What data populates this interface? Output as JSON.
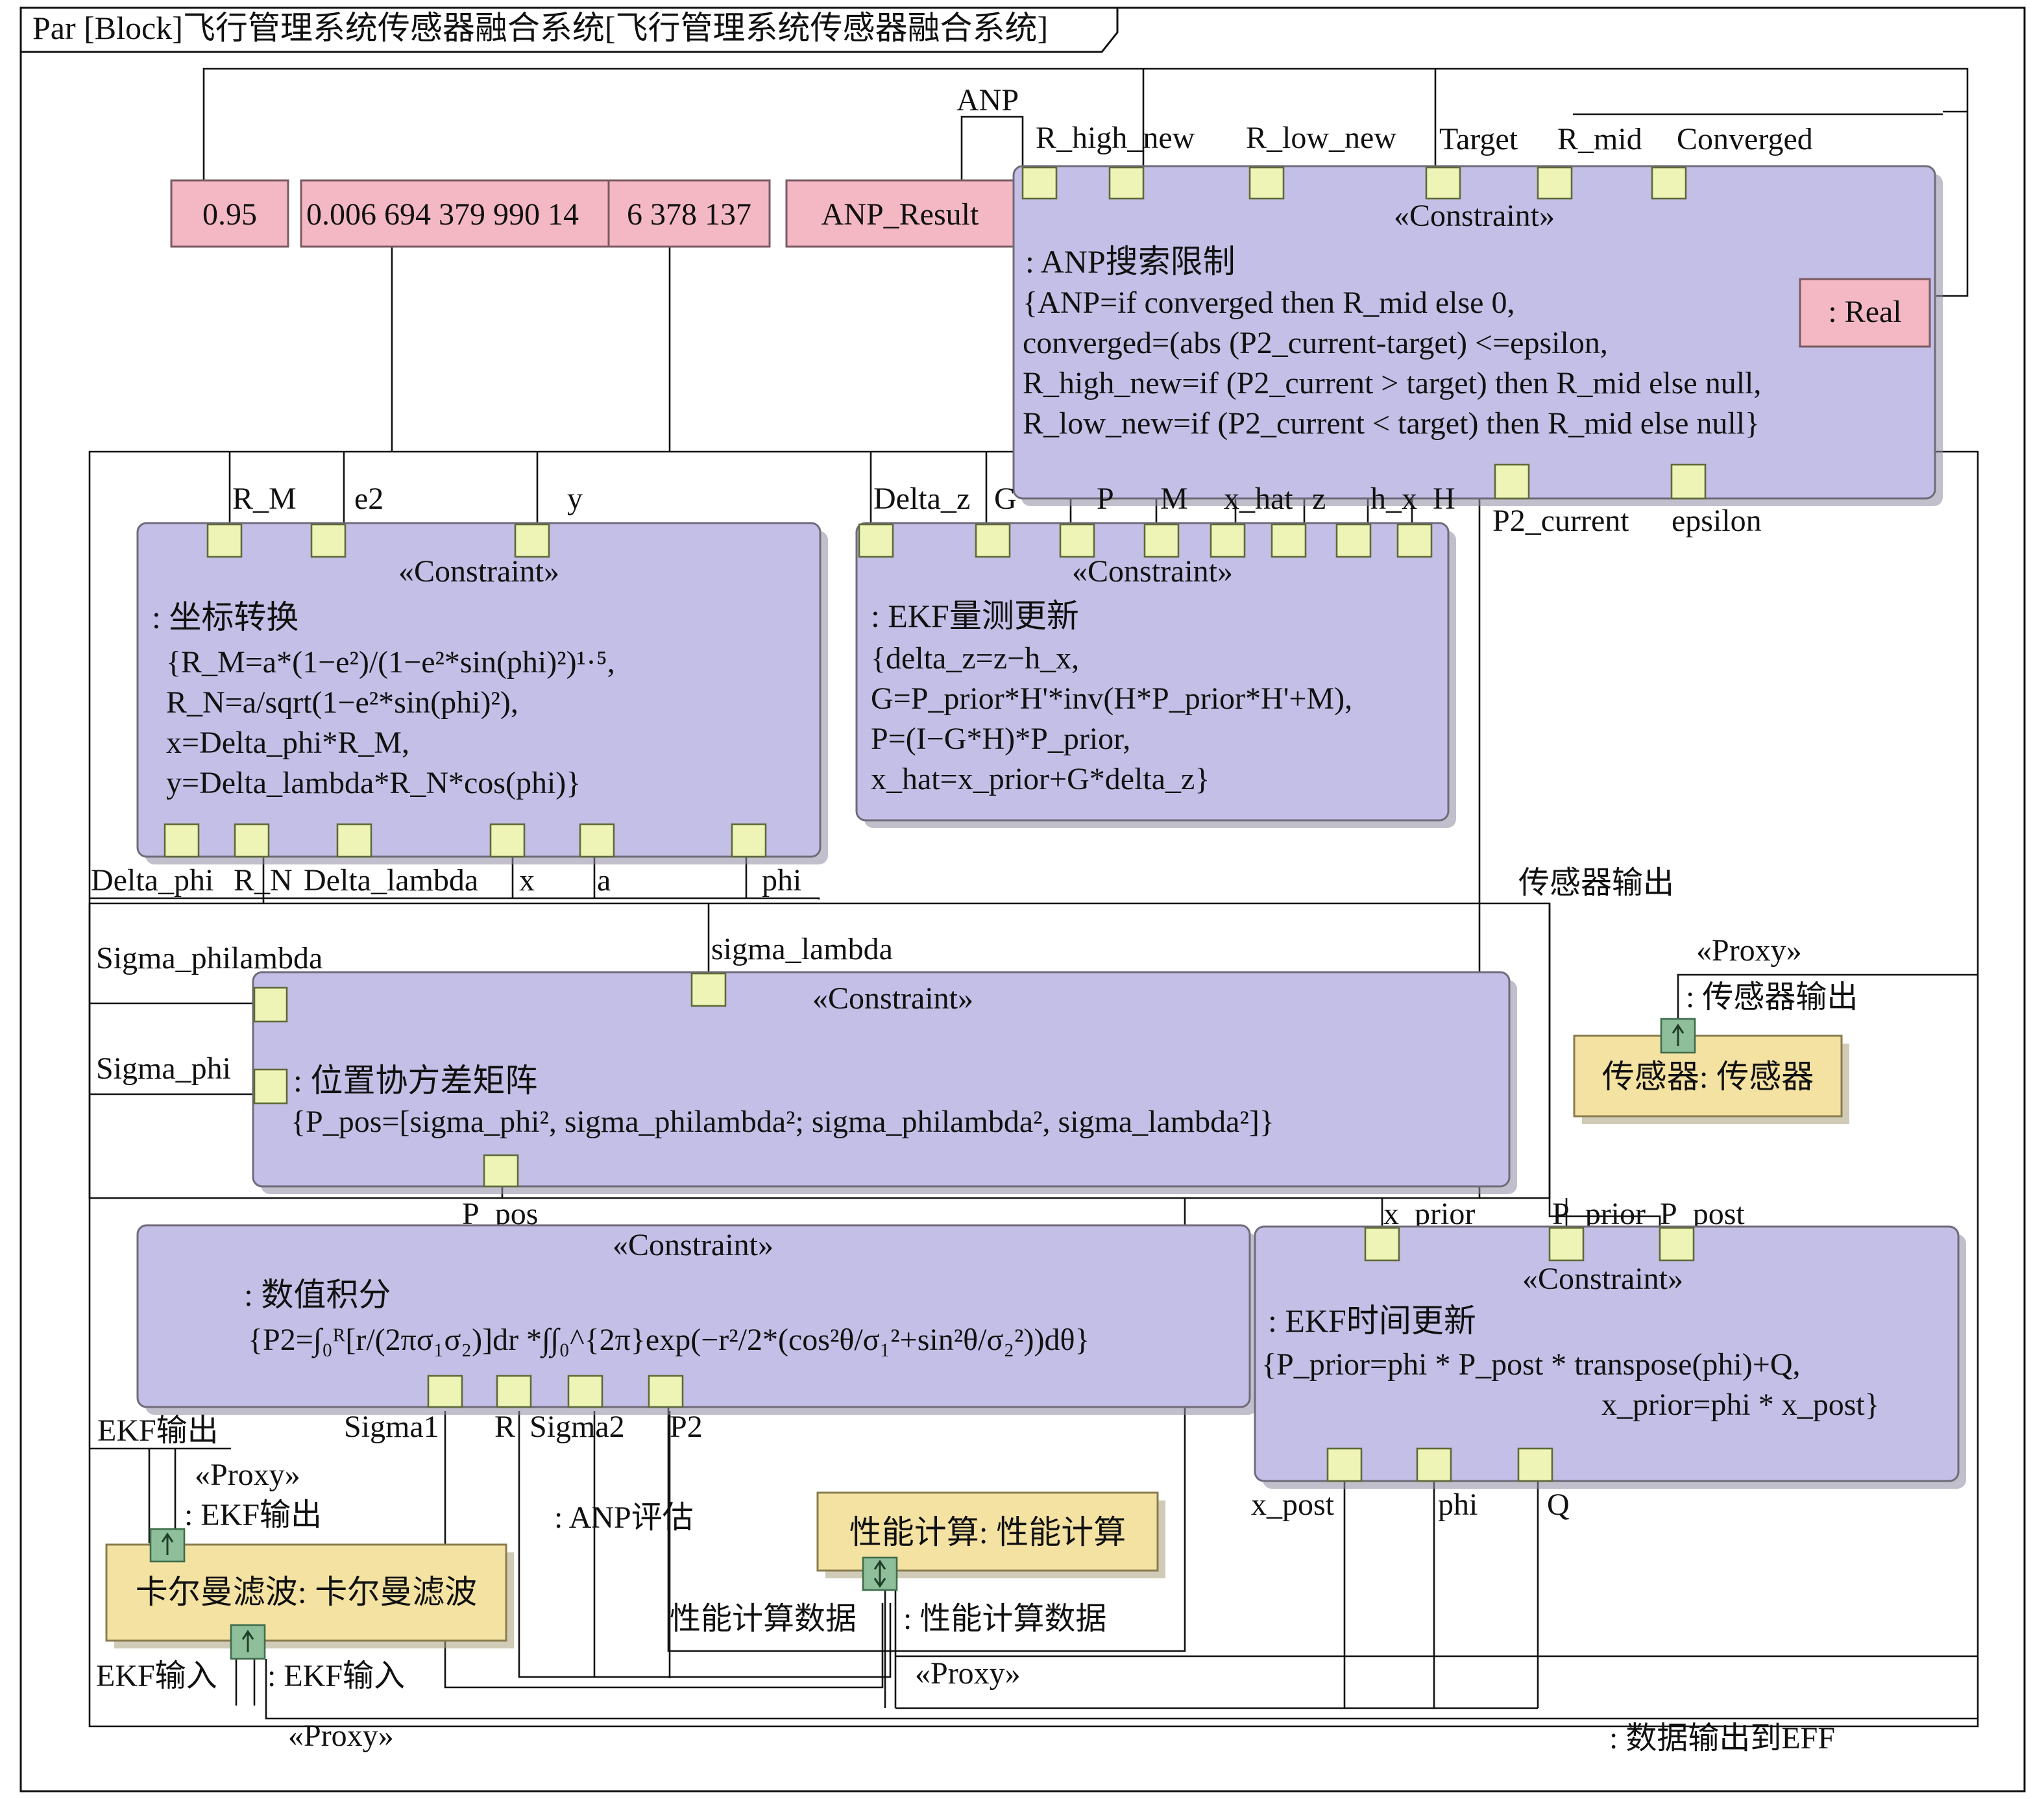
{
  "frame": {
    "title": "Par [Block]飞行管理系统传感器融合系统[飞行管理系统传感器融合系统]"
  },
  "values": {
    "v095": "0.95",
    "e2val": "0.006 694 379 990 14",
    "aval": "6 378 137",
    "anp_result": "ANP_Result",
    "real": ": Real"
  },
  "stereotypes": {
    "constraint": "«Constraint»",
    "proxy": "«Proxy»"
  },
  "anp": {
    "name": ": ANP搜索限制",
    "lines": [
      "{ANP=if converged then R_mid else 0,",
      "converged=(abs (P2_current-target) <=epsilon,",
      "R_high_new=if (P2_current > target) then R_mid else null,",
      "R_low_new=if (P2_current < target) then R_mid else null}"
    ],
    "ports": {
      "anp": "ANP",
      "r_high_new": "R_high_new",
      "r_low_new": "R_low_new",
      "target": "Target",
      "r_mid": "R_mid",
      "converged": "Converged",
      "p2_current": "P2_current",
      "epsilon": "epsilon"
    }
  },
  "coord": {
    "name": ": 坐标转换",
    "lines": [
      "{R_M=a*(1−e²)/(1−e²*sin(phi)²)¹·⁵,",
      "R_N=a/sqrt(1−e²*sin(phi)²),",
      "x=Delta_phi*R_M,",
      "y=Delta_lambda*R_N*cos(phi)}"
    ],
    "ports": {
      "r_m": "R_M",
      "e2": "e2",
      "y": "y",
      "delta_phi": "Delta_phi",
      "r_n": "R_N",
      "delta_lambda": "Delta_lambda",
      "x": "x",
      "a": "a",
      "phi": "phi"
    }
  },
  "ekfm": {
    "name": ": EKF量测更新",
    "lines": [
      "{delta_z=z−h_x,",
      "G=P_prior*H'*inv(H*P_prior*H'+M),",
      "P=(I−G*H)*P_prior,",
      "x_hat=x_prior+G*delta_z}"
    ],
    "ports": {
      "delta_z": "Delta_z",
      "g": "G",
      "p": "P",
      "m": "M",
      "x_hat": "x_hat",
      "z": "z",
      "h_x": "h_x",
      "h": "H"
    }
  },
  "poscov": {
    "name": ": 位置协方差矩阵",
    "line": "{P_pos=[sigma_phi², sigma_philambda²; sigma_philambda², sigma_lambda²]}",
    "ports": {
      "sigma_philambda": "Sigma_philambda",
      "sigma_lambda": "sigma_lambda",
      "sigma_phi": "Sigma_phi",
      "p_pos": "P_pos"
    }
  },
  "sensor_label": "传感器输出",
  "sensor_part": {
    "proxy_name": ": 传感器输出",
    "name": "传感器: 传感器"
  },
  "numint": {
    "name": ": 数值积分",
    "line": "{P2=∫₀ᴿ[r/(2πσ₁σ₂)]dr *∫∫₀^{2π}exp(−r²/2*(cos²θ/σ₁²+sin²θ/σ₂²))dθ}",
    "ports": {
      "sigma1": "Sigma1",
      "r": "R",
      "sigma2": "Sigma2",
      "p2": "P2"
    }
  },
  "ekft": {
    "name": ": EKF时间更新",
    "lines": [
      "{P_prior=phi * P_post * transpose(phi)+Q,",
      "x_prior=phi * x_post}"
    ],
    "ports": {
      "x_prior": "x_prior",
      "p_prior": "P_prior",
      "p_post": "P_post",
      "x_post": "x_post",
      "phi": "phi",
      "q": "Q"
    }
  },
  "kalman": {
    "ekf_out": "EKF输出",
    "proxy_out_name": ": EKF输出",
    "name": "卡尔曼滤波: 卡尔曼滤波",
    "ekf_in": "EKF输入",
    "proxy_in_name": ": EKF输入"
  },
  "anp_eval": ": ANP评估",
  "perf": {
    "name": "性能计算: 性能计算",
    "data_label": "性能计算数据",
    "proxy_name": ": 性能计算数据"
  },
  "data_out": ": 数据输出到EFF",
  "colors": {
    "constraint": "#c4bfe6",
    "value": "#f4b8c4",
    "part": "#f4e2a2",
    "port": "#eef3b6",
    "proxy_port": "#8ebf9a"
  },
  "icons": {
    "proxy_port": "arrow-up-icon",
    "bidir_port": "arrow-updown-icon"
  }
}
